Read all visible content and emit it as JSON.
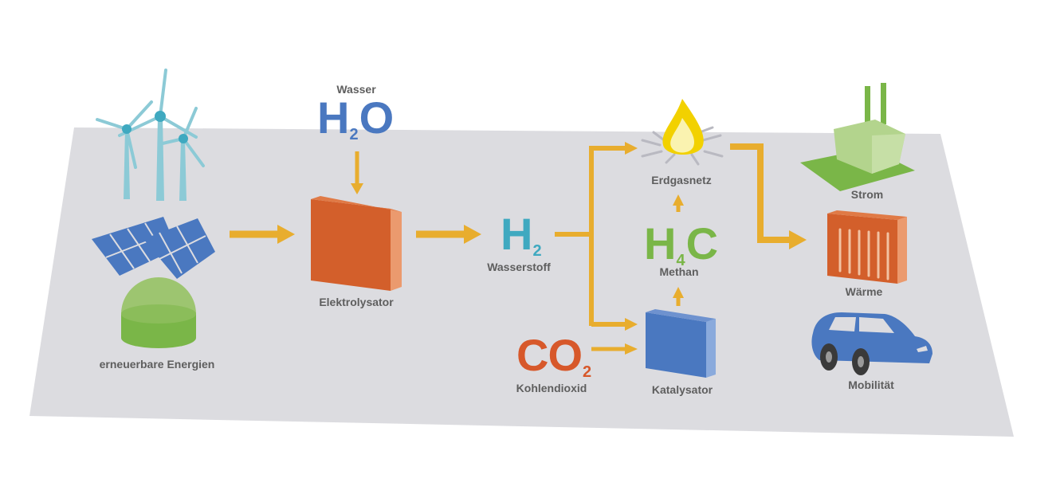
{
  "colors": {
    "background_plane": "#dcdce0",
    "arrow": "#e8ad2e",
    "water_blue": "#4a78c0",
    "hydrogen_teal": "#3fa9c0",
    "methane_green": "#7ab648",
    "co2_orange": "#d7582a",
    "electrolyser": "#d35f2b",
    "catalyst": "#4a78c0",
    "label_gray": "#5e5e5e"
  },
  "water": {
    "label": "Wasser",
    "formula": {
      "main": "H",
      "sub": "2",
      "tail": "O"
    }
  },
  "renewables": {
    "label": "erneuerbare Energien"
  },
  "electrolyser": {
    "label": "Elektrolysator"
  },
  "hydrogen": {
    "formula": {
      "main": "H",
      "sub": "2"
    },
    "label": "Wasserstoff"
  },
  "co2": {
    "formula": {
      "main": "CO",
      "sub": "2"
    },
    "label": "Kohlendioxid"
  },
  "catalyst": {
    "label": "Katalysator"
  },
  "methane": {
    "formula": {
      "main": "H",
      "sub": "4",
      "tail": "C"
    },
    "label": "Methan"
  },
  "gas_grid": {
    "label": "Erdgasnetz"
  },
  "outputs": {
    "power": {
      "label": "Strom"
    },
    "heat": {
      "label": "Wärme"
    },
    "mobility": {
      "label": "Mobilität"
    }
  },
  "icons": [
    "wind-turbine-icon",
    "solar-panel-icon",
    "biogas-dome-icon",
    "electrolyser-block-icon",
    "catalyst-block-icon",
    "flame-icon",
    "power-plant-icon",
    "radiator-icon",
    "car-icon"
  ]
}
